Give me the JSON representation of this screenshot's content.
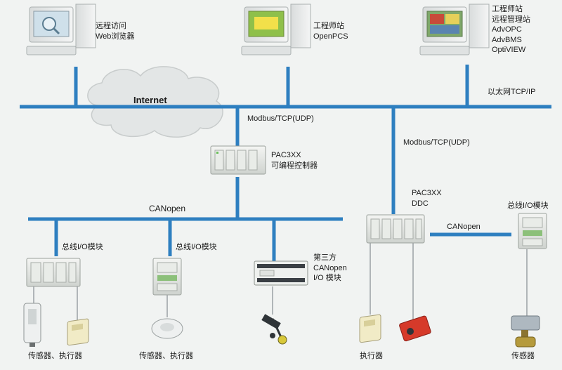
{
  "network": {
    "internet_label": "Internet",
    "ethernet_label": "以太网TCP/IP",
    "modbus_left_label": "Modbus/TCP(UDP)",
    "modbus_right_label": "Modbus/TCP(UDP)",
    "canopen_main_label": "CANopen",
    "canopen_right_label": "CANopen"
  },
  "workstations": {
    "remote": [
      "远程访问",
      "Web浏览器"
    ],
    "engineer": [
      "工程师站",
      "OpenPCS"
    ],
    "ops": [
      "工程师站",
      "远程管理站",
      "AdvOPC",
      "AdvBMS",
      "OptiVIEW"
    ]
  },
  "controllers": {
    "main": [
      "PAC3XX",
      "可编程控制器"
    ],
    "ddc": [
      "PAC3XX",
      "DDC"
    ]
  },
  "io_modules": {
    "left_label": "总线I/O模块",
    "mid_label": "总线I/O模块",
    "thirdparty_label": [
      "第三方",
      "CANopen",
      "I/O 模块"
    ],
    "right_label": "总线I/O模块"
  },
  "field": {
    "left_caption": "传感器、执行器",
    "mid_caption": "传感器、执行器",
    "actuator_caption": "执行器",
    "sensor_caption": "传感器"
  },
  "colors": {
    "bus_blue": "#2e7fc0",
    "thin_line": "#9aa0a4",
    "background": "#f1f3f2"
  }
}
